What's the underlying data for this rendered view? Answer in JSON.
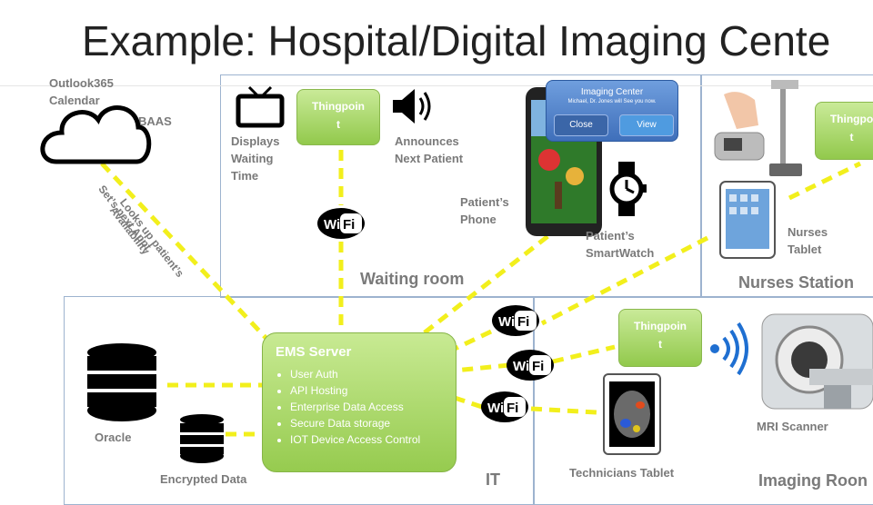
{
  "title": "Example: Hospital/Digital Imaging Cente",
  "rooms": {
    "waiting": "Waiting room",
    "nurses": "Nurses Station",
    "it": "IT",
    "imaging": "Imaging Roon"
  },
  "cloud": {
    "label_line1": "Outlook365",
    "label_line2": "Calendar",
    "baas": "BAAS",
    "edge_label_1a": "Looks up patient’s",
    "edge_label_1b": "Availability",
    "edge_label_2": "Set’s next Appt"
  },
  "tv_label": [
    "Displays",
    "Waiting",
    "Time"
  ],
  "speaker_label": [
    "Announces",
    "Next Patient"
  ],
  "thingpoint": {
    "line1": "Thingpoin",
    "line2": "t"
  },
  "thingpoint_nurses": {
    "line1": "Thingpo",
    "line2": "t"
  },
  "wifi_text": "WiFi",
  "phone_label": [
    "Patient’s",
    "Phone"
  ],
  "watch_label": [
    "Patient’s",
    "SmartWatch"
  ],
  "popup": {
    "title": "Imaging Center",
    "message": "Michael, Dr. Jones will See you now.",
    "close": "Close",
    "view": "View"
  },
  "nurses_tablet_label": [
    "Nurses",
    "Tablet"
  ],
  "server": {
    "title": "EMS Server",
    "items": [
      "User Auth",
      "API Hosting",
      "Enterprise Data Access",
      "Secure Data storage",
      "IOT Device Access Control"
    ]
  },
  "oracle_label": "Oracle",
  "encrypted_label": "Encrypted Data",
  "technicians_label": "Technicians Tablet",
  "mri_label": "MRI Scanner",
  "colors": {
    "link": "#f2ef1c",
    "room_border": "#9db3cf",
    "green": "#96cb4f"
  }
}
